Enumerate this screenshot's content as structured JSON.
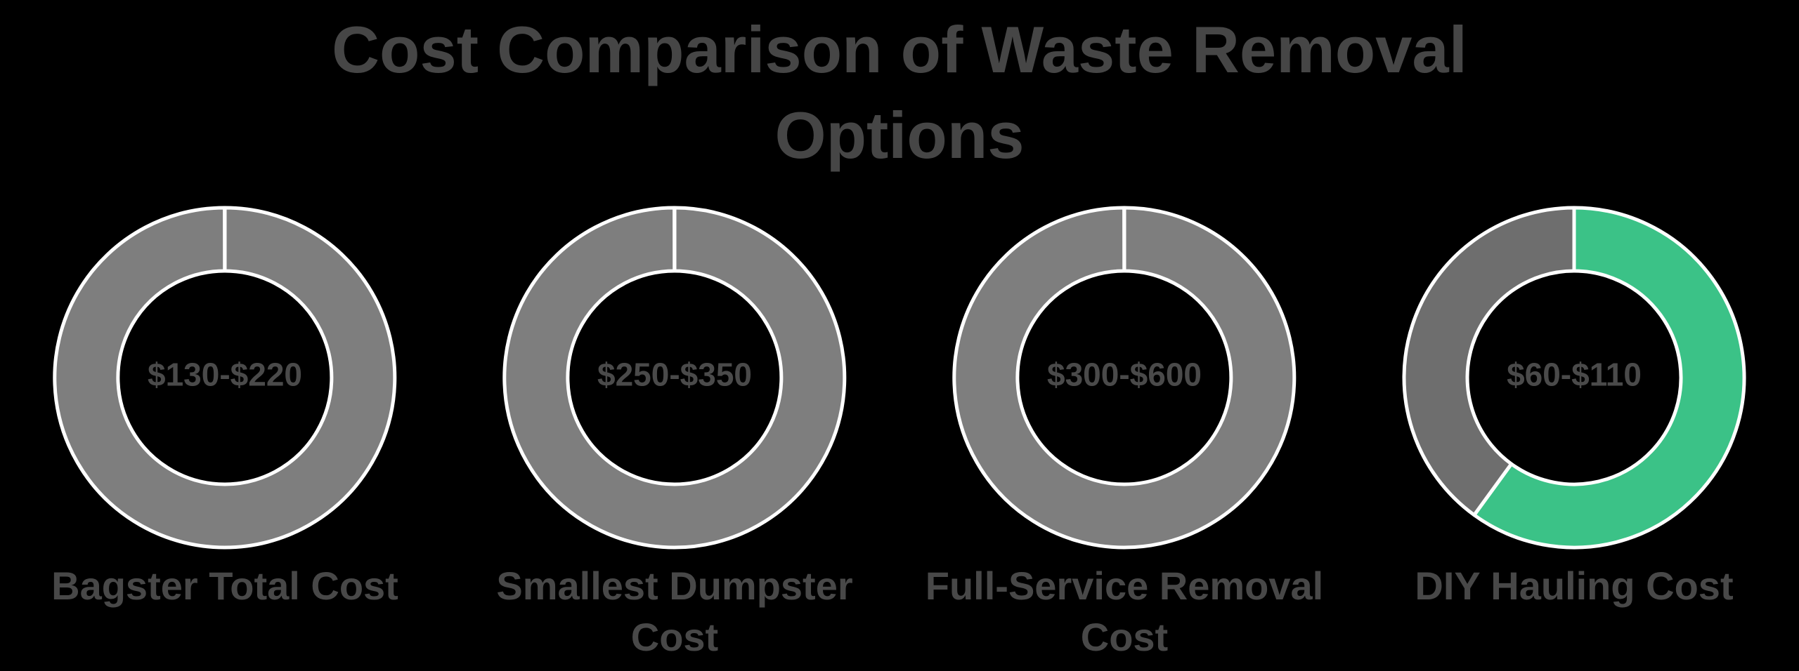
{
  "header": {
    "title_lines": [
      "Cost Comparison of Waste Removal",
      "Options"
    ]
  },
  "chart_data": {
    "type": "pie",
    "subtype": "donut-multiples",
    "title": "Cost Comparison of Waste Removal Options",
    "legend": false,
    "colors": {
      "background": "#000000",
      "ring_gray": "#7e7e7e",
      "ring_dark_gray": "#6e6e6e",
      "highlight_green": "#3bc287",
      "separator_white": "#ffffff",
      "title_text": "#464646",
      "label_text": "#484848",
      "value_text": "#4a4a4a"
    },
    "donuts": [
      {
        "label": "Bagster Total Cost",
        "label_display": "Bagster Total Cost",
        "center_value": "$130-$220",
        "cost_low": 130,
        "cost_high": 220,
        "segments": [
          {
            "name": "total",
            "fraction": 1.0,
            "color": "#7e7e7e"
          }
        ]
      },
      {
        "label": "Smallest Dumpster Cost",
        "label_display": "Smallest Dumpster\nCost",
        "center_value": "$250-$350",
        "cost_low": 250,
        "cost_high": 350,
        "segments": [
          {
            "name": "total",
            "fraction": 1.0,
            "color": "#7e7e7e"
          }
        ]
      },
      {
        "label": "Full-Service Removal Cost",
        "label_display": "Full-Service Removal\nCost",
        "center_value": "$300-$600",
        "cost_low": 300,
        "cost_high": 600,
        "segments": [
          {
            "name": "total",
            "fraction": 1.0,
            "color": "#7e7e7e"
          }
        ]
      },
      {
        "label": "DIY Hauling Cost",
        "label_display": "DIY Hauling Cost",
        "center_value": "$60-$110",
        "cost_low": 60,
        "cost_high": 110,
        "segments": [
          {
            "name": "highlight",
            "fraction": 0.6,
            "color": "#3bc287"
          },
          {
            "name": "remainder",
            "fraction": 0.4,
            "color": "#6e6e6e"
          }
        ]
      }
    ]
  }
}
